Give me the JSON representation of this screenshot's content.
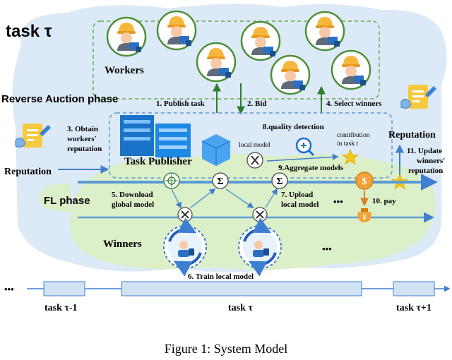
{
  "title": "task τ",
  "workers_label": "Workers",
  "reverse_auction_label": "Reverse Auction phase",
  "fl_phase_label": "FL phase",
  "winners_label": "Winners",
  "task_publisher_label": "Task Publisher",
  "reputation_left": "Reputation",
  "reputation_right": "Reputation",
  "local_model_label": "local model",
  "steps": {
    "s1": "1. Publish task",
    "s2": "2. Bid",
    "s3": [
      "3. Obtain",
      "workers'",
      "reputation"
    ],
    "s4": "4. Select winners",
    "s5": [
      "5. Download",
      "global model"
    ],
    "s6": "6. Train local model",
    "s7": [
      "7. Upload",
      "local model"
    ],
    "s8": "8.quality detection",
    "s9": "9.Aggregate models",
    "s10": "10. pay",
    "s11": [
      "11. Update",
      "winners'",
      "reputation"
    ]
  },
  "contribution_label": [
    "contribution",
    "in task t"
  ],
  "sigma_symbol": "Σ",
  "dollar_symbol": "$",
  "yen_symbol": "¥",
  "ellipsis": "•••",
  "timeline": {
    "ellipsis": "•••",
    "labels": [
      "task τ-1",
      "task τ",
      "task τ+1"
    ]
  },
  "caption": "Figure 1: System Model",
  "colors": {
    "cloud": "#dce9f6",
    "fl_cloud": "#dbefc8",
    "worker_ring": "#4d8f3a",
    "arrow_blue": "#3f7fd1",
    "arrow_green": "#2f7d2f",
    "timeline_fill": "#cfe3f5",
    "star": "#f5c518",
    "coin": "#f2a33a",
    "server": "#1a73c9"
  }
}
